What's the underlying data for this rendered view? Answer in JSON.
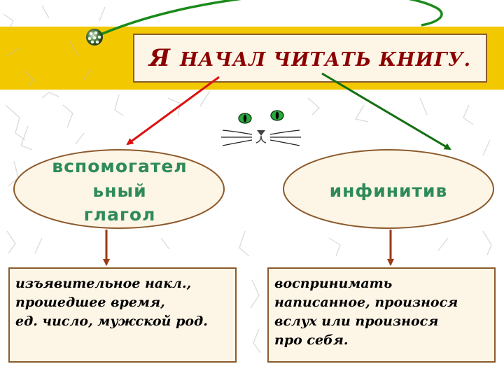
{
  "colors": {
    "band": "#f2c800",
    "box_fill": "#fdf5e6",
    "box_border": "#8c5a2c",
    "oval_fill": "#fdf5e6",
    "oval_text": "#2e8b57",
    "sentence_text": "#8b0000",
    "arrow_red": "#dd1111",
    "arrow_green": "#127012",
    "connector_brown": "#9b3a16",
    "curve_green": "#1a8a1a",
    "cat_eye": "#2aa83a"
  },
  "sentence": {
    "first_word": "Я",
    "rest": "НАЧАЛ ЧИТАТЬ КНИГУ."
  },
  "left_oval": {
    "lines": [
      "вспомогател",
      "ьный",
      "глагол"
    ]
  },
  "right_oval": {
    "label": "инфинитив"
  },
  "left_box": {
    "lines": [
      "изъявительное накл.,",
      "прошедшее время,",
      "ед. число, мужской род."
    ]
  },
  "right_box": {
    "lines": [
      "воспринимать",
      "написанное, произнося",
      "вслух или произнося",
      "про себя."
    ]
  },
  "icons": {
    "bead": "green-bead-icon",
    "cat": "cat-face-icon"
  }
}
